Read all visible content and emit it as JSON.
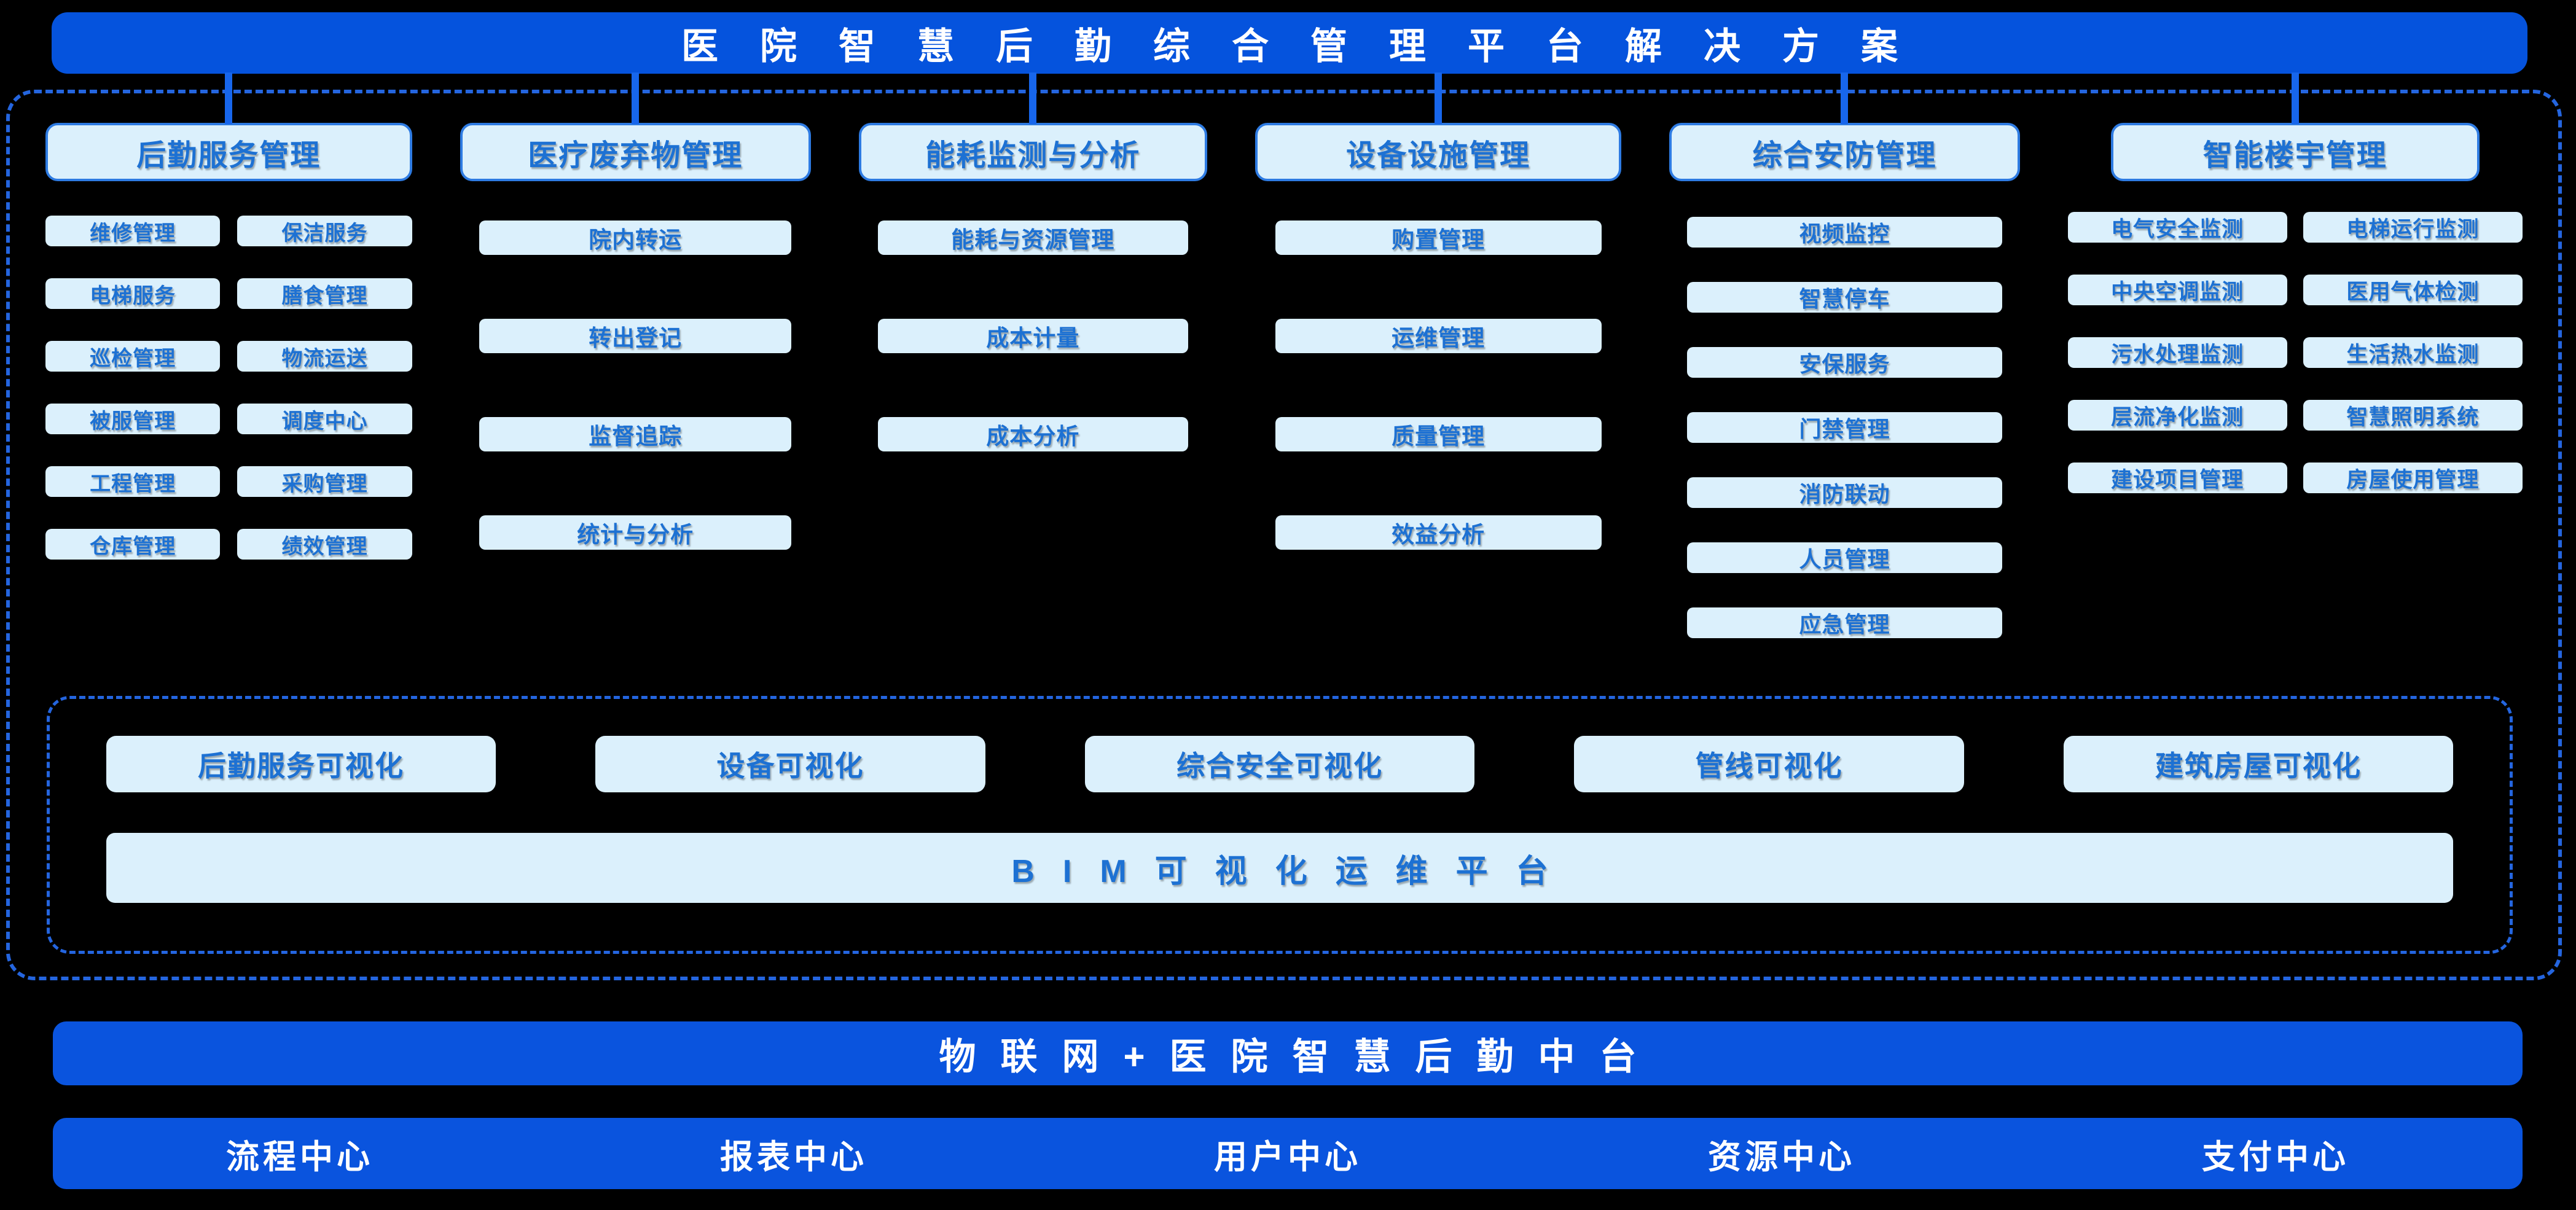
{
  "banner": {
    "title": "医院智慧后勤综合管理平台解决方案"
  },
  "columns": [
    {
      "header": "后勤服务管理",
      "layout": "two-col",
      "items": [
        "维修管理",
        "保洁服务",
        "电梯服务",
        "膳食管理",
        "巡检管理",
        "物流运送",
        "被服管理",
        "调度中心",
        "工程管理",
        "采购管理",
        "仓库管理",
        "绩效管理"
      ]
    },
    {
      "header": "医疗废弃物管理",
      "layout": "single",
      "items": [
        "院内转运",
        "转出登记",
        "监督追踪",
        "统计与分析"
      ]
    },
    {
      "header": "能耗监测与分析",
      "layout": "single",
      "items": [
        "能耗与资源管理",
        "成本计量",
        "成本分析"
      ]
    },
    {
      "header": "设备设施管理",
      "layout": "single",
      "items": [
        "购置管理",
        "运维管理",
        "质量管理",
        "效益分析"
      ]
    },
    {
      "header": "综合安防管理",
      "layout": "single",
      "items": [
        "视频监控",
        "智慧停车",
        "安保服务",
        "门禁管理",
        "消防联动",
        "人员管理",
        "应急管理"
      ]
    },
    {
      "header": "智能楼宇管理",
      "layout": "two-col",
      "items": [
        "电气安全监测",
        "电梯运行监测",
        "中央空调监测",
        "医用气体检测",
        "污水处理监测",
        "生活热水监测",
        "层流净化监测",
        "智慧照明系统",
        "建设项目管理",
        "房屋使用管理"
      ]
    }
  ],
  "visualization": {
    "boxes": [
      "后勤服务可视化",
      "设备可视化",
      "综合安全可视化",
      "管线可视化",
      "建筑房屋可视化"
    ],
    "platform": "BIM可视化运维平台"
  },
  "middleware": {
    "title": "物联网+医院智慧后勤中台"
  },
  "centers": [
    "流程中心",
    "报表中心",
    "用户中心",
    "资源中心",
    "支付中心"
  ],
  "colors": {
    "primary_blue": "#0553DD",
    "bottom_bar_blue": "#0A54DE",
    "connector_blue": "#1766EC",
    "dashed_border_blue": "#2465DF",
    "box_fill_light": "#DBF0FC",
    "box_text_blue": "#1D71D3",
    "header_border_blue": "#2E7BE2",
    "banner_text": "#FFFFFF",
    "background": "#000000"
  }
}
